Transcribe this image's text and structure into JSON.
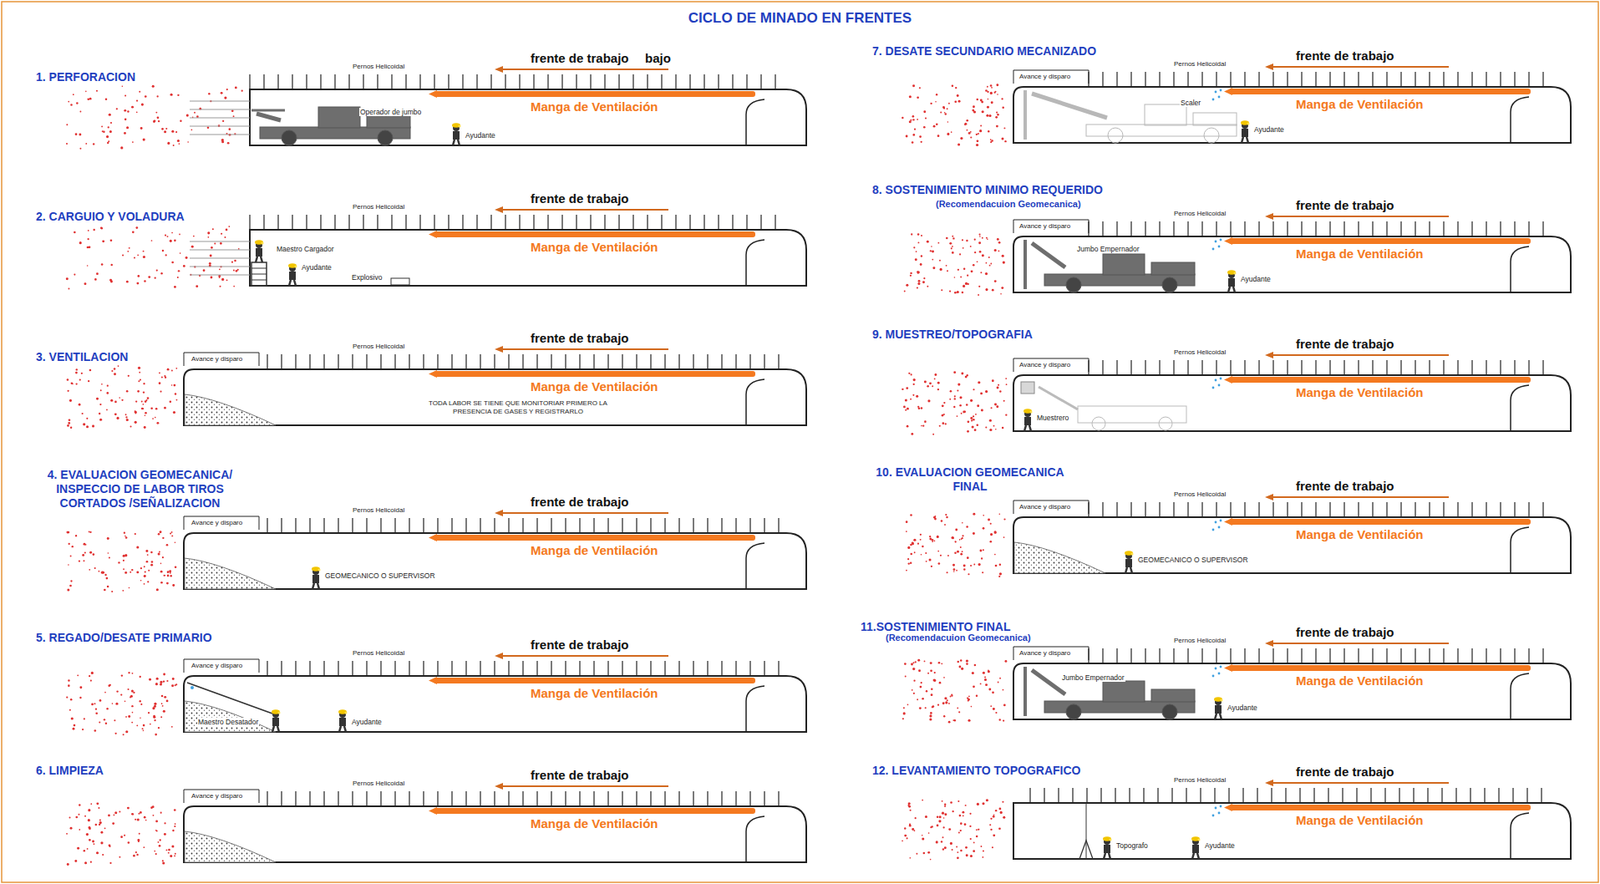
{
  "diagram": {
    "title": "CICLO DE MINADO EN FRENTES",
    "nodes": [
      {
        "text": [
          "1. PERFORACION",
          "frente de trabajo",
          "Manga de Ventilación",
          "Pernos Helicoidal",
          "Operador de jumbo",
          "Ayudante"
        ]
      },
      {
        "text": [
          "2. CARGUIO Y VOLADURA",
          "frente de trabajo",
          "Manga de Ventilación",
          "Pernos Helicoidal",
          "Maestro Cargador",
          "Ayudante",
          "Explosivo"
        ]
      },
      {
        "text": [
          "3. VENTILACION",
          "frente de trabajo",
          "Manga de Ventilación",
          "Pernos Helicoidal",
          "Avance y disparo",
          "TODA LABOR SE TIENE QUE MONITORIAR PRIMERO LA PRESENCIA DE GASES Y REGISTRARLO"
        ]
      },
      {
        "text": [
          "4. EVALUACION GEOMECANICA/ INSPECCIO DE LABOR TIROS CORTADOS /SEÑALIZACION",
          "frente de trabajo",
          "Manga de Ventilación",
          "Pernos Helicoidal",
          "Avance y disparo",
          "GEOMECANICO O SUPERVISOR"
        ]
      },
      {
        "text": [
          "5. REGADO/DESATE PRIMARIO",
          "frente de trabajo",
          "Manga de Ventilación",
          "Pernos Helicoidal",
          "Avance y disparo",
          "Maestro Desatador",
          "Ayudante"
        ]
      },
      {
        "text": [
          "6. LIMPIEZA",
          "frente de trabajo",
          "Manga de Ventilación",
          "Pernos Helicoidal",
          "Avance y disparo"
        ]
      },
      {
        "text": [
          "7. DESATE SECUNDARIO MECANIZADO",
          "frente de trabajo",
          "Manga de Ventilación",
          "Pernos Helicoidal",
          "Avance y disparo",
          "Scaler",
          "Ayudante"
        ]
      },
      {
        "text": [
          "8. SOSTENIMIENTO MINIMO REQUERIDO",
          "(Recomendacuion Geomecanica)",
          "frente de trabajo",
          "Manga de Ventilación",
          "Pernos Helicoidal",
          "Avance y disparo",
          "Jumbo Empernador",
          "Ayudante"
        ]
      },
      {
        "text": [
          "9. MUESTREO/TOPOGRAFIA",
          "frente de trabajo",
          "Manga de Ventilación",
          "Pernos Helicoidal",
          "Avance y disparo",
          "Muestrero"
        ]
      },
      {
        "text": [
          "10. EVALUACION GEOMECANICA FINAL",
          "frente de trabajo",
          "Manga de Ventilación",
          "Pernos Helicoidal",
          "Avance y disparo",
          "GEOMECANICO O SUPERVISOR"
        ]
      },
      {
        "text": [
          "11.SOSTENIMIENTO FINAL",
          "(Recomendacuion Geomecanica)",
          "frente de trabajo",
          "Manga de Ventilación",
          "Pernos Helicoidal",
          "Avance y disparo",
          "Jumbo Empernador",
          "Ayudante"
        ]
      },
      {
        "text": [
          "12. LEVANTAMIENTO TOPOGRAFICO",
          "frente de trabajo",
          "Manga de Ventilación",
          "Pernos Helicoidal",
          "Topografo",
          "Ayudante"
        ]
      }
    ],
    "labels": [
      "bajo"
    ]
  }
}
